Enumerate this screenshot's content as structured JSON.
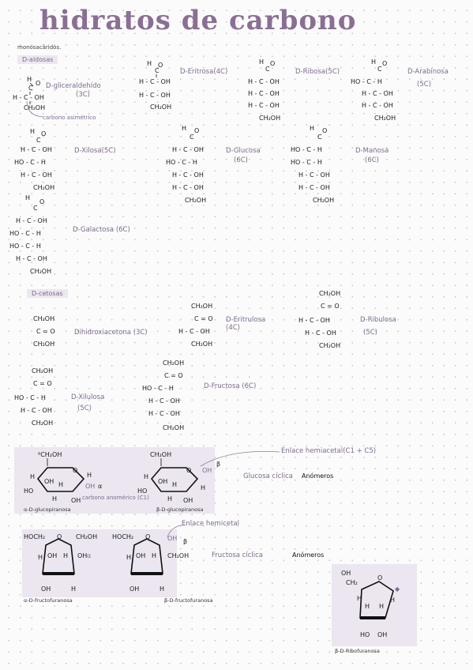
{
  "title": "hidratos de carbono",
  "subtitle": "monosacáridos.",
  "sections": {
    "aldosas": "D-aldosas",
    "cetosas": "D-cetosas"
  },
  "aldoses": {
    "gliceraldehido": {
      "name": "D-gliceraldehído",
      "carbons": "(3C)",
      "note": "carbono asimétrico"
    },
    "eritrosa": {
      "name": "D-Eritrosa(4C)"
    },
    "ribosa": {
      "name": "D-Ribosa(5C)"
    },
    "arabinosa": {
      "name": "D-Arabinosa",
      "carbons": "(5C)"
    },
    "xilosa": {
      "name": "D-Xilosa(5C)"
    },
    "glucosa": {
      "name": "D-Glucosa",
      "carbons": "(6C)"
    },
    "manosa": {
      "name": "D-Manosa",
      "carbons": "(6C)"
    },
    "galactosa": {
      "name": "D-Galactosa (6C)"
    }
  },
  "ketoses": {
    "dihidroxiacetona": {
      "name": "Dihidroxiacetona (3C)"
    },
    "eritrulosa": {
      "name": "D-Eritrulosa",
      "carbons": "(4C)"
    },
    "ribulosa": {
      "name": "D-Ribulosa",
      "carbons": "(5C)"
    },
    "xilulosa": {
      "name": "D-Xilulosa",
      "carbons": "(5C)"
    },
    "fructosa": {
      "name": "D-Fructosa (6C)"
    }
  },
  "cyclic": {
    "enlace_hemiacetal": "Enlace hemiacetal(C1 + C5)",
    "glucosa_ciclica": "Glucosa cíclica",
    "anomeros": "Anómeros",
    "carbono_anomerico": "carbono anomérico (C1)",
    "alpha_glucopiranosa": "α-D-glucopiranosa",
    "beta_glucopiranosa": "β-D-glucopiranosa",
    "enlace_hemicetal": "Enlace hemicetal",
    "fructosa_ciclica": "Fructosa cíclica",
    "alpha_fructofuranosa": "α-D-fructofuranosa",
    "beta_fructofuranosa": "β-D-fructofuranosa",
    "beta_ribofuranosa": "β-D-Ribofuranosa"
  },
  "accent": "#7d6b8e"
}
